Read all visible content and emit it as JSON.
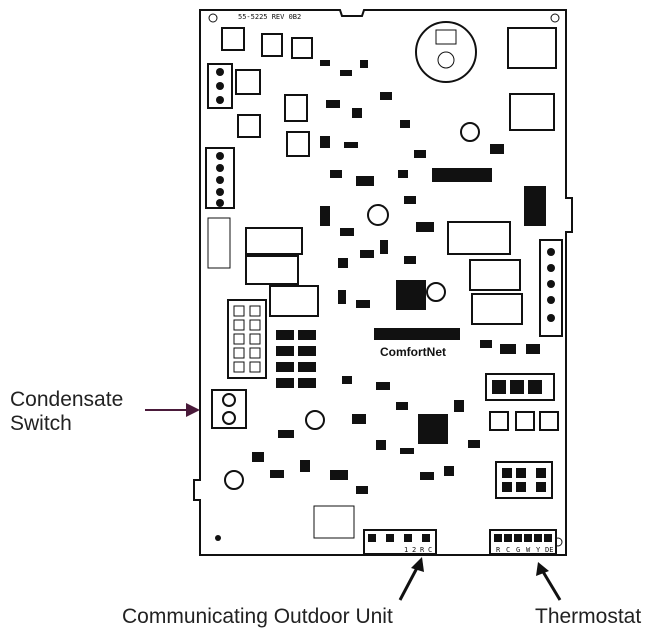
{
  "board": {
    "part_number": "55-5225 REV 0B2",
    "brand_mark": "ComfortNet",
    "terminal_letters": [
      "R",
      "C",
      "G",
      "W",
      "Y",
      "DE"
    ],
    "outdoor_terminals": [
      "1",
      "2",
      "R",
      "C"
    ]
  },
  "callouts": {
    "condensate_line1": "Condensate",
    "condensate_line2": "Switch",
    "outdoor": "Communicating Outdoor Unit",
    "thermostat": "Thermostat"
  },
  "colors": {
    "arrow_condensate": "#4a1a3a",
    "board_ink": "#111111"
  }
}
